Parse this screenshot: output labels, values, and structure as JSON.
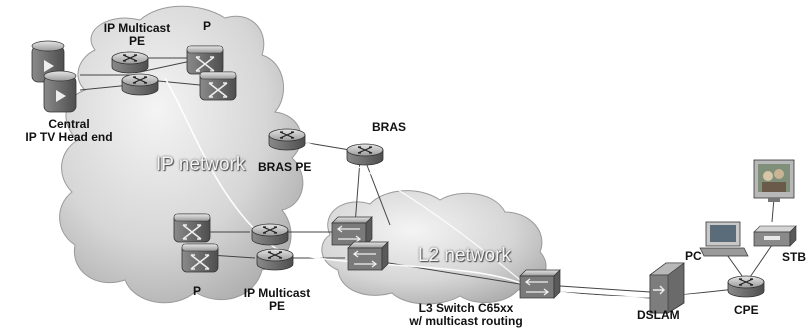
{
  "labels": {
    "ip_multicast_pe_top": "IP Multicast\nPE",
    "p_top": "P",
    "central_headend": "Central\nIP TV Head end",
    "bras": "BRAS",
    "ip_network": "IP network",
    "bras_pe": "BRAS PE",
    "l2_network": "L2 network",
    "p_bottom": "P",
    "ip_multicast_pe_bottom": "IP Multicast\nPE",
    "l3_switch": "L3 Switch C65xx\nw/ multicast routing",
    "dslam": "DSLAM",
    "cpe": "CPE",
    "pc": "PC",
    "stb": "STB"
  },
  "icons": [
    "router-icon",
    "layer3-switch-icon",
    "server-icon",
    "dslam-icon",
    "pc-icon",
    "set-top-box-icon",
    "tv-icon",
    "cloud-icon"
  ],
  "colors": {
    "cloud_fill": "#dcdcdc",
    "cloud_edge": "#9a9a9a",
    "device_dark": "#6f6f6f",
    "device_light": "#cfcfcf",
    "link": "#444444",
    "multicast_path": "#ffffff"
  }
}
